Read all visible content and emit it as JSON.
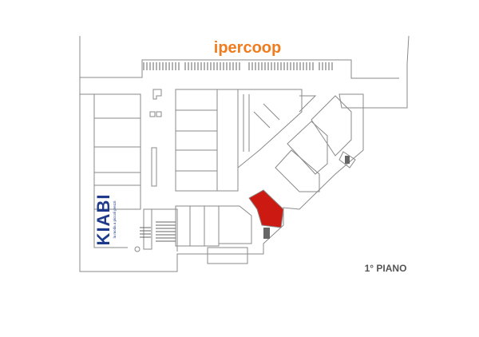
{
  "anchors": {
    "ipercoop": {
      "label": "ipercoop",
      "color": "#f07c1e"
    },
    "kiabi": {
      "label": "KIABI",
      "tagline": "la moda a piccoli prezzi",
      "color": "#1e3a8a"
    }
  },
  "floor_label": "1° PIANO",
  "highlight": {
    "name": "selected-store",
    "color": "#cc1a12"
  },
  "colors": {
    "outline": "#8a8a8a",
    "fill": "#ffffff",
    "page": "#ffffff"
  },
  "icons": [
    "escalator-icon",
    "elevator-icon",
    "toilets-icon",
    "stairs-icon"
  ]
}
